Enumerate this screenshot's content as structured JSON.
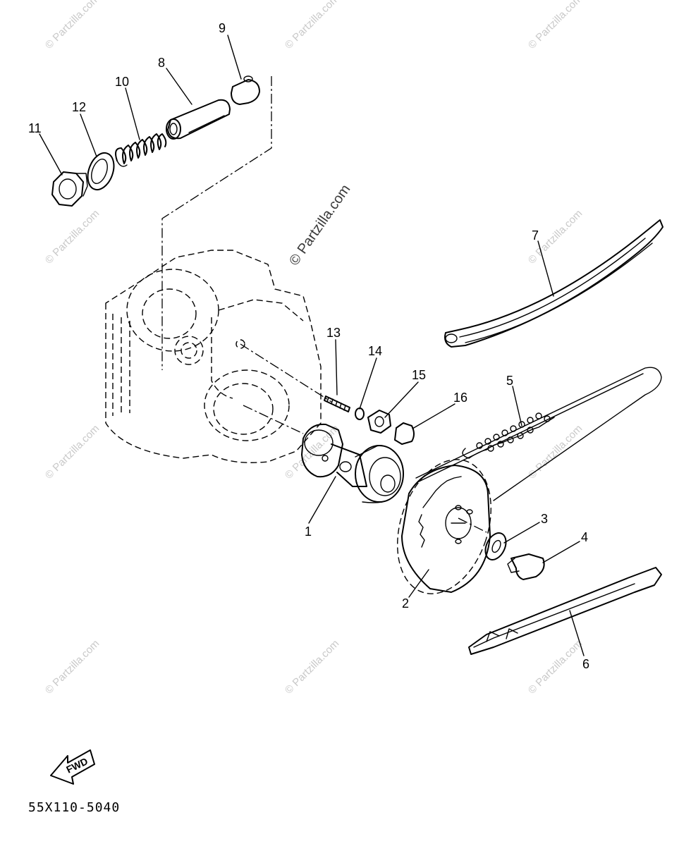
{
  "diagram": {
    "part_code": "55X110-5040",
    "direction_label": "FWD",
    "callouts": [
      "1",
      "2",
      "3",
      "4",
      "5",
      "6",
      "7",
      "8",
      "9",
      "10",
      "11",
      "12",
      "13",
      "14",
      "15",
      "16"
    ],
    "watermark_text": "© Partzilla.com",
    "watermark_short": "© Partzilla.com"
  }
}
